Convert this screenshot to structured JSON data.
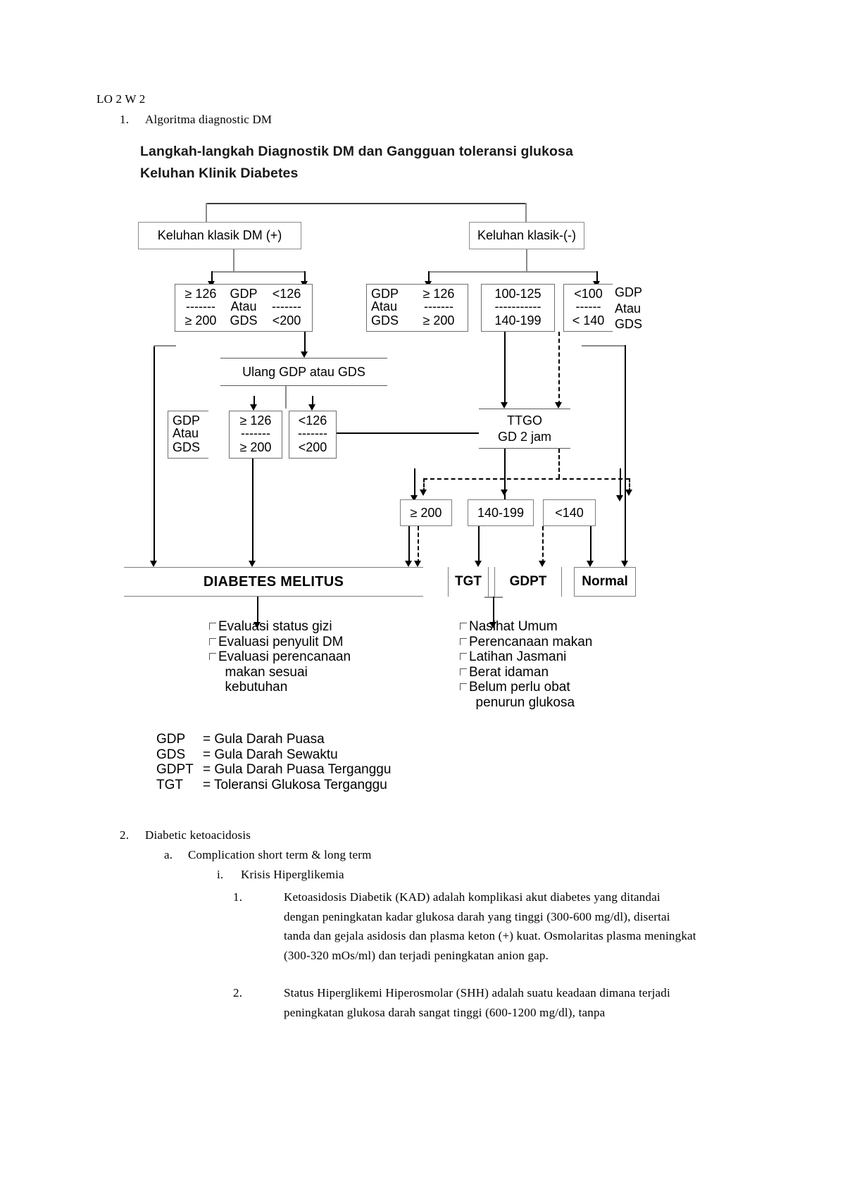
{
  "document": {
    "heading": "LO 2 W 2",
    "item1_num": "1.",
    "item1_text": "Algoritma diagnostic DM",
    "item2_num": "2.",
    "item2_text": "Diabetic ketoacidosis",
    "item2a_num": "a.",
    "item2a_text": "Complication short term & long term",
    "item2ai_num": "i.",
    "item2ai_text": "Krisis Hiperglikemia",
    "para1_num": "1.",
    "para1_text": "Ketoasidosis Diabetik (KAD) adalah komplikasi akut diabetes yang ditandai dengan peningkatan kadar glukosa darah yang tinggi (300-600 mg/dl), disertai tanda dan gejala asidosis dan plasma keton (+) kuat. Osmolaritas plasma meningkat (300-320 mOs/ml) dan terjadi peningkatan anion gap.",
    "para2_num": "2.",
    "para2_text": "Status Hiperglikemi Hiperosmolar (SHH) adalah suatu keadaan dimana terjadi peningkatan glukosa darah sangat tinggi (600-1200 mg/dl), tanpa"
  },
  "chart": {
    "title_line1": "Langkah-langkah Diagnostik DM dan Gangguan toleransi glukosa",
    "title_line2": "Keluhan Klinik Diabetes",
    "keluhan_pos": "Keluhan klasik DM (+)",
    "keluhan_neg": "Keluhan klasik-(-)",
    "box_a": {
      "top_left": "≥ 126",
      "mid_top": "GDP",
      "top_right": "<126",
      "mid_bot": "GDS",
      "bot_left": "≥ 200",
      "bot_right": "<200"
    },
    "box_b": {
      "label_top": "GDP",
      "label_mid": "Atau",
      "label_bot": "GDS",
      "val_top": "≥ 126",
      "val_bot": "≥ 200"
    },
    "box_c": {
      "top": "100-125",
      "bottom": "140-199"
    },
    "box_d": {
      "top": "<100",
      "bottom": "< 140",
      "label_top": "GDP",
      "label_mid": "Atau",
      "label_bot": "GDS"
    },
    "ulang": "Ulang GDP atau GDS",
    "gdp_atau_gds": {
      "l1": "GDP",
      "l2": "Atau",
      "l3": "GDS"
    },
    "repeat_hi": {
      "top": "≥ 126",
      "bottom": "≥ 200"
    },
    "repeat_lo": {
      "top": "<126",
      "bottom": "<200"
    },
    "ttgo_line1": "TTGO",
    "ttgo_line2": "GD 2 jam",
    "ttgo_results": [
      "≥ 200",
      "140-199",
      "<140"
    ],
    "outcome_dm": "DIABETES MELITUS",
    "outcome_tgt": "TGT",
    "outcome_gdpt": "GDPT",
    "outcome_normal": "Normal",
    "dm_actions": [
      "Evaluasi status gizi",
      "Evaluasi penyulit DM",
      "Evaluasi perencanaan",
      "  makan sesuai",
      "  kebutuhan"
    ],
    "tgt_actions": [
      "Nasihat Umum",
      "Perencanaan makan",
      "Latihan Jasmani",
      "Berat idaman",
      "Belum perlu obat",
      "  penurun glukosa"
    ],
    "legend": [
      {
        "key": "GDP",
        "eq": "= Gula Darah Puasa"
      },
      {
        "key": "GDS",
        "eq": "= Gula Darah Sewaktu"
      },
      {
        "key": "GDPT",
        "eq": "= Gula Darah Puasa Terganggu"
      },
      {
        "key": "TGT",
        "eq": "= Toleransi Glukosa Terganggu"
      }
    ]
  }
}
